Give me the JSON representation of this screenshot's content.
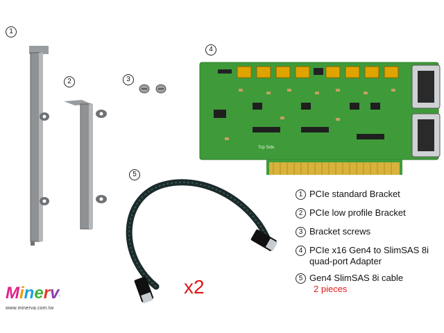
{
  "markers": {
    "m1": "1",
    "m2": "2",
    "m3": "3",
    "m4": "4",
    "m5": "5"
  },
  "legend": [
    {
      "num": "1",
      "text": "PCIe standard Bracket"
    },
    {
      "num": "2",
      "text": "PCIe low profile Bracket"
    },
    {
      "num": "3",
      "text": "Bracket screws"
    },
    {
      "num": "4",
      "text": "PCIe x16 Gen4 to SlimSAS 8i quad-port Adapter"
    },
    {
      "num": "5",
      "text": "Gen4 SlimSAS 8i cable",
      "note": "2 pieces"
    }
  ],
  "quantity_label": "x2",
  "board_label": "Top Side",
  "logo": {
    "text": "Minerva",
    "url": "www.minerva.com.tw"
  },
  "colors": {
    "pcb": "#3f9b3a",
    "gold": "#d8b23a",
    "bracket": "#8a8d90",
    "cable": "#1b2a2a",
    "accent_red": "#e21b1b"
  }
}
